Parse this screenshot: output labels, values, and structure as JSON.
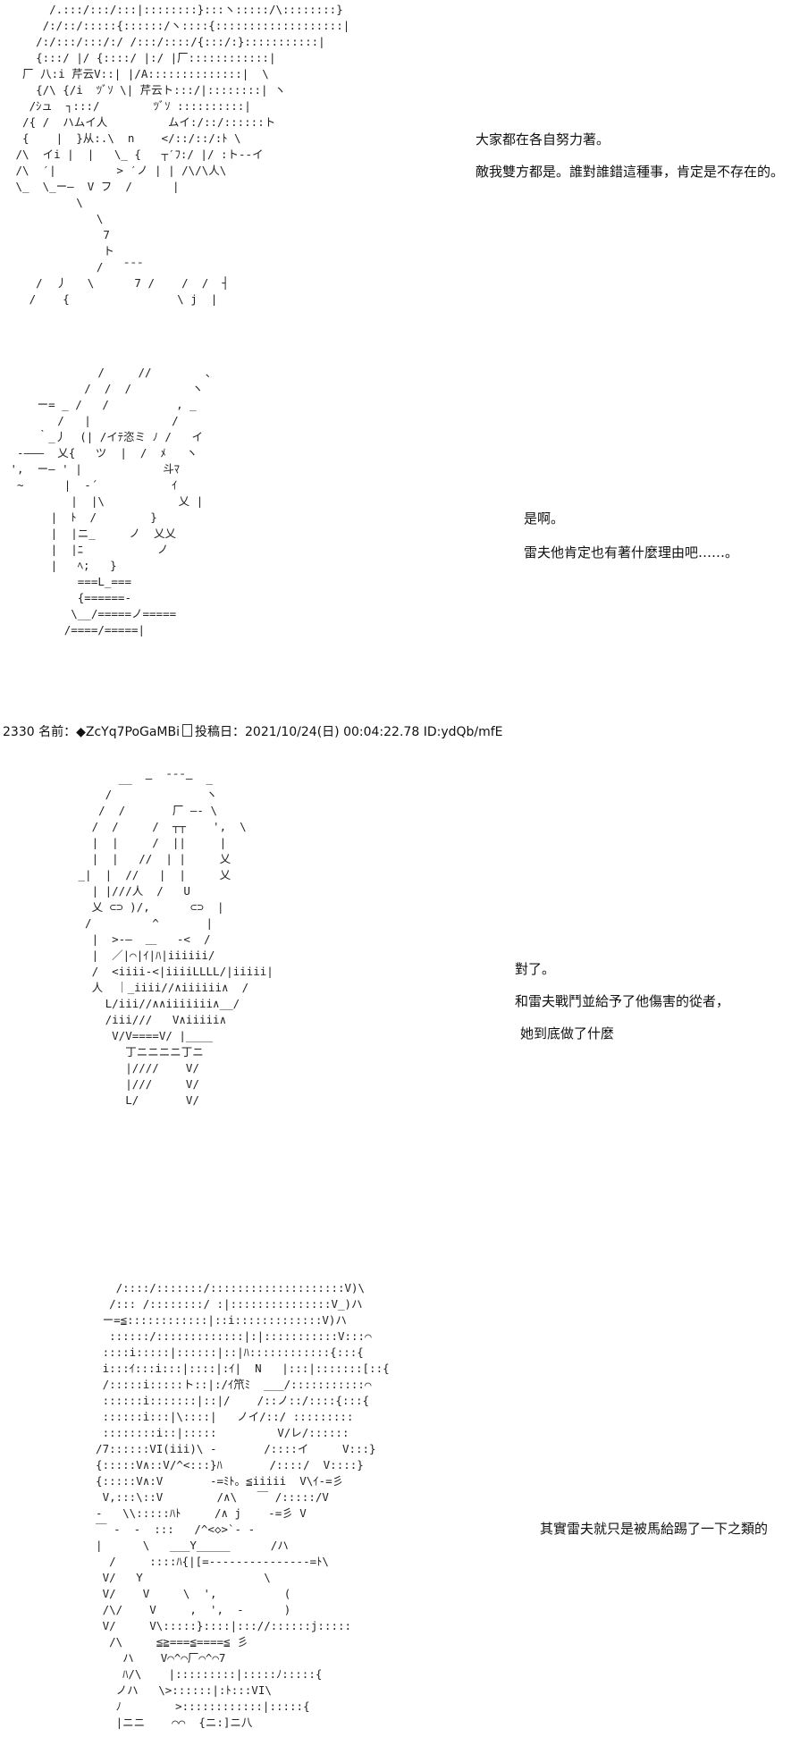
{
  "panels": [
    {
      "art": [
        "      /.:::/:::/:::|::::::::}:::ヽ:::::/\\::::::::}",
        "     /:/::/:::::{::::::/ヽ::::{:::::::::::::::::::|",
        "    /:/:::/:::/:/ /:::/::::/{:::/:}:::::::::::|",
        "    {:::/ |/ {::::/ |:/ |厂::::::::::::|",
        "  厂 八:i 芹云V::| |/A::::::::::::::|  \\",
        "    {/\\ {/i  ﾂﾞｿ \\| 芹云ト:::/|::::::::| ヽ",
        "   /ｼュ  ┐:::/        ﾂﾞｿ ::::::::::|  ",
        "  /{ /  ハムイ人         ムイ:/::/::::::ト  ",
        "  {    |  }从:.\\  n    </::/::/:ﾄ \\ ",
        " /\\  イi |  |   \\_ {   ┬′ﾌ:/ |/ :ト--イ",
        " /\\  ′|         > ′ノ | | /\\/\\人\\ ",
        " \\_  \\_ー―  V フ  /      |    ",
        "          \\             ",
        "             \\              ",
        "              7               ",
        "              ト               ",
        "             /   ̄ ̄ ̄                 ",
        "    /  丿   \\      7 /    /  /  ┤",
        "   /    {                \\ j  |   ",
        "                                   ",
        "                                   ",
        "                                   "
      ],
      "captions": [
        "大家都在各自努力著。",
        "敵我雙方都是。誰對誰錯這種事，肯定是不存在的。"
      ]
    },
    {
      "art": [
        "              /     //        、          ",
        "            /  /  /         ヽ          ",
        "     ー= _ /   /          , _ ",
        "        /   |            /   ",
        "     ｀_丿  (| /イﾃ恣ミ ﾉ /   イ ",
        "  -―――  乂{   ツ  |  /  ﾒ   ヽ  ",
        " ',  ー― ' |            斗ﾏ  ",
        "  ~      |  ‐´           ｲ    ",
        "          |  |\\           乂 |  ",
        "       |  ﾄ  /        }   ",
        "       |  |ニ_     ノ  乂乂 ",
        "       |  |ﾆ           ノ   ",
        "       |   ﾍ;   }         ",
        "           ===L_===  ",
        "           {======-   ",
        "          \\__/=====ノ=====   ",
        "         /====/=====|  "
      ],
      "captions": [
        "是啊。",
        "雷夫他肯定也有著什麼理由吧……。"
      ]
    },
    {
      "art": [
        "       __  ―  ̄ ̄ ̄ ―  _         ",
        "     /              ヽ          ",
        "    /  /       厂 ―- \\        ",
        "   /  /     /  ┬┬    ',  \\      ",
        "   |  |     /  ||     |    ",
        "   |  |   //  | |     乂    ",
        " _|  |  //   |  |     乂    ",
        "   | |///人  /   U       ",
        "   乂 ⊂⊃ )/,      ⊂⊃  |   ",
        "  /         ^       |  ",
        "   |  >-―  ＿   -<  /  ",
        "   |  ／|⌒|ｲ|ﾊ|iiiiii/   ",
        "   /  <iiii-<|iiiiLLLL/|iiiii| ",
        "   人  ｜_iiii//∧iiiiii∧  /  ",
        "     L/iii//∧∧iiiiiii∧__/  ",
        "     /iii///   V∧iiiii∧     ",
        "      V/V====V/ |____   ",
        "        丁ニニニニ丁ニ   ",
        "        |////    V/     ",
        "        |///     V/     ",
        "        L/       V/       "
      ],
      "captions": [
        "對了。",
        "和雷夫戰鬥並給予了他傷害的從者，",
        "她到底做了什麼"
      ]
    },
    {
      "art": [
        "     /::::/:::::::/::::::::::::::::::::V)\\",
        "    /::: /::::::::/ :|:::::::::::::::V_)ハ",
        "   ー=≦::::::::::::|::i:::::::::::::V)ハ",
        "    ::::::/:::::::::::::|:|:::::::::::V:::⌒",
        "   ::::i:::::|::::::|::|ﾊ::::::::::::{:::{",
        "   i:::ｲ:::i:::|::::|:ｲ|  N   |:::|:::::::[::{",
        "   /:::::i:::::ト::|:/ｲ笊ﾐ  ___/:::::::::::⌒",
        "   ::::::i:::::::|::|/    /::ノ::/::::{:::{",
        "   ::::::i:::|\\::::|   ノイ/::/ ::::::::: ",
        "   ::::::::i::|:::::         V/レ/::::::",
        "  /7::::::VI(iii)\\ ‐       /::::イ     V:::} ",
        "  {:::::V∧::V/^<:::}ﾊ       /::::/  V::::}",
        "  {:::::V∧:V       -=ﾐﾄ。≦iiiii  V\\ｲ-=彡",
        "   V,:::\\::V        /∧\\   ￣ /:::::/V",
        "  -   \\\\:::::ﾊﾄ     /∧ j    -=彡 V",
        "  ￣ -  -  :::   /^<◇>`‐ -      ",
        "  |      \\   ___Y_____      /ハ ",
        "    /     ::::ﾊ{|[=---------------=ﾄ\\  ",
        "   V/   Y                  \\",
        "   V/    V     \\  ',          (  ",
        "   /\\/    V     ,  ',  ‐      ) ",
        "   V/     V\\:::::}::::|::://::::::j:::::  ",
        "    /\\     ≦≧===≦====≦ 彡   ",
        "      ハ    V⌒^⌒厂⌒^⌒7     ",
        "      ﾊ/\\    |:::::::::|:::::ﾉ:::::{    ",
        "     ノハ   \\>::::::|:ﾄ:::VI\\    ",
        "     ﾉ        >::::::::::::|:::::{ ",
        "     |ニニ    ⌒⌒  {ニ:]ニ八   "
      ],
      "captions": [
        "其實雷夫就只是被馬給踢了一下之類的"
      ]
    }
  ],
  "post": {
    "number": "2330",
    "name_label": "名前：",
    "name": "◆ZcYq7PoGaMBi",
    "date_label": "投稿日：",
    "date": "2021/10/24(日) 00:04:22.78",
    "id": "ID:ydQb/mfE"
  },
  "icons": {
    "square": "square-icon"
  }
}
